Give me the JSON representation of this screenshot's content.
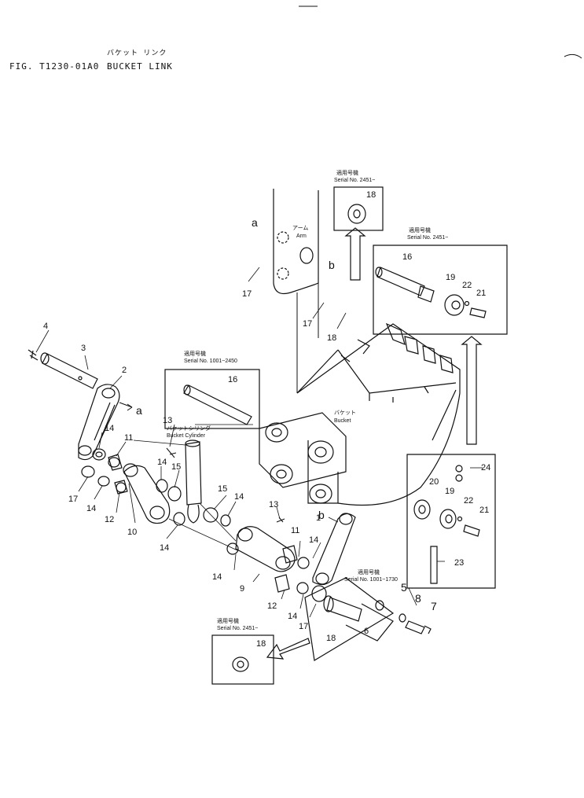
{
  "header": {
    "fig_id": "FIG. T1230-01A0",
    "title": "BUCKET LINK",
    "title_jp": "バケット リンク"
  },
  "labels": {
    "arm_jp": "アーム",
    "arm": "Arm",
    "bucket_jp": "バケット",
    "bucket": "Bucket",
    "bucket_cylinder_jp": "バケットシリンダ",
    "bucket_cylinder": "Bucket Cylinder"
  },
  "serial_boxes": [
    {
      "jp": "適用号機",
      "serial": "Serial No. 2451~"
    },
    {
      "jp": "適用号機",
      "serial": "Serial No. 2451~"
    },
    {
      "jp": "適用号機",
      "serial": "Serial No. 1001~2450"
    },
    {
      "jp": "適用号機",
      "serial": "Serial No. 1001~1730"
    },
    {
      "jp": "適用号機",
      "serial": "Serial No. 2451~"
    }
  ],
  "callouts": [
    "1",
    "2",
    "3",
    "4",
    "5",
    "6",
    "7",
    "8",
    "9",
    "10",
    "11",
    "12",
    "13",
    "14",
    "15",
    "16",
    "17",
    "18",
    "19",
    "20",
    "21",
    "22",
    "23",
    "24",
    "a",
    "b"
  ],
  "colors": {
    "ink": "#111111",
    "paper": "#ffffff"
  }
}
